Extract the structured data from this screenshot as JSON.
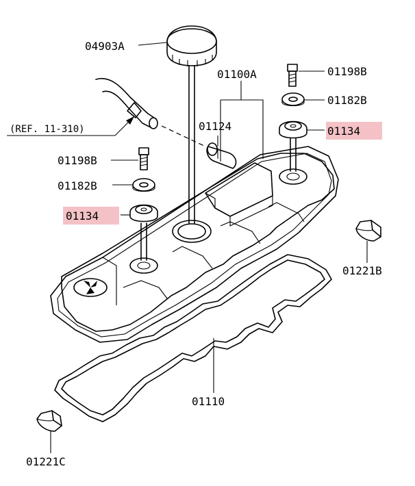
{
  "diagram": {
    "labels": {
      "cap": "04903A",
      "cover_assy": "01100A",
      "bolt_top": "01198B",
      "washer_top": "01182B",
      "grommet_top": "01134",
      "ref": "(REF. 11-310)",
      "pcv_valve": "01124",
      "bolt_left": "01198B",
      "washer_left": "01182B",
      "grommet_left": "01134",
      "plug_right": "01221B",
      "gasket": "01110",
      "plug_left": "01221C"
    },
    "highlight_color": "#f4c2c6"
  }
}
